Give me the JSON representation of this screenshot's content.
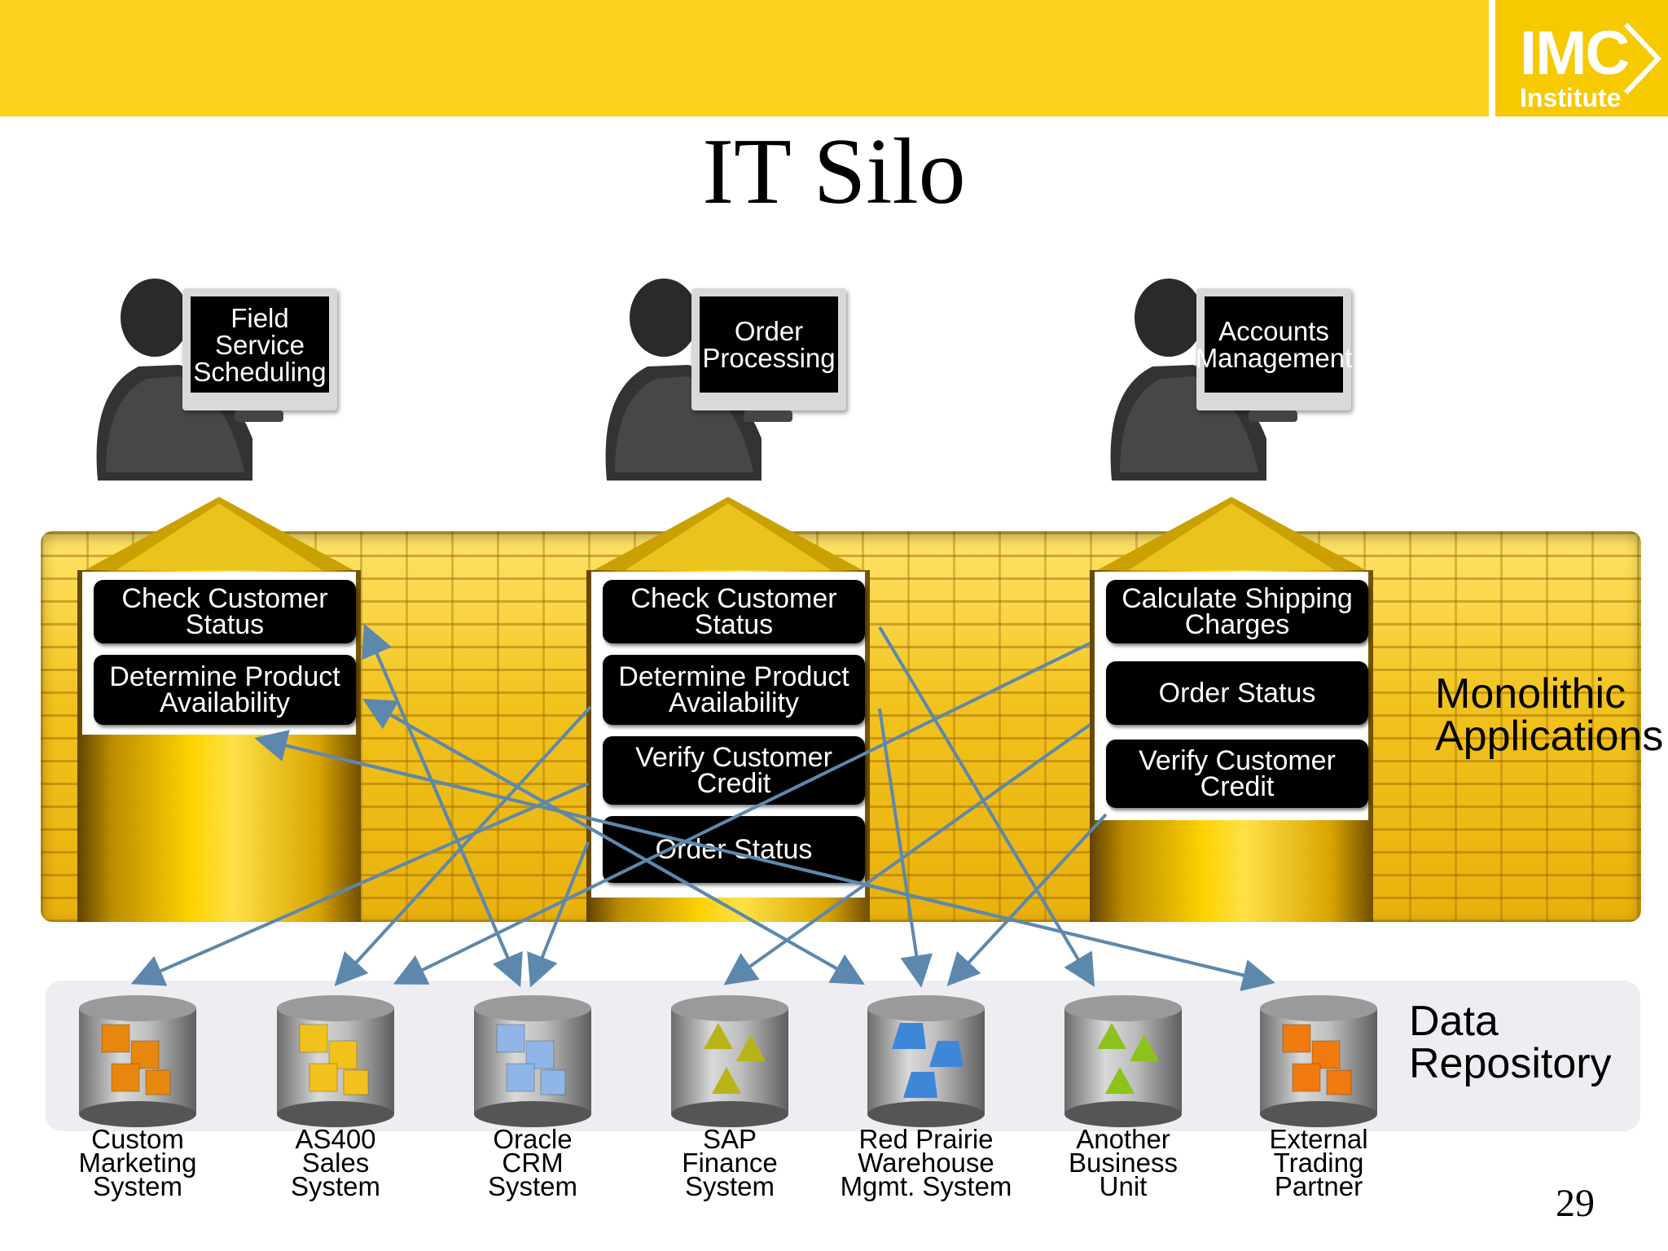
{
  "title": "IT Silo",
  "slide_number": "29",
  "logo": {
    "text": "IMC",
    "subtext": "Institute"
  },
  "users": [
    {
      "screen_lines": [
        "Field",
        "Service",
        "Scheduling"
      ]
    },
    {
      "screen_lines": [
        "Order",
        "Processing"
      ]
    },
    {
      "screen_lines": [
        "Accounts",
        "Management"
      ]
    }
  ],
  "silos": [
    {
      "apps": [
        "Check Customer Status",
        "Determine Product Availability"
      ]
    },
    {
      "apps": [
        "Check Customer Status",
        "Determine Product Availability",
        "Verify Customer Credit",
        "Order Status"
      ]
    },
    {
      "apps": [
        "Calculate Shipping Charges",
        "Order Status",
        "Verify Customer Credit"
      ]
    }
  ],
  "labels": {
    "monolithic": [
      "Monolithic",
      "Applications"
    ],
    "data_repository": [
      "Data",
      "Repository"
    ]
  },
  "repositories": [
    {
      "lines": [
        "Custom",
        "Marketing",
        "System"
      ],
      "color": "#e8870e",
      "icon": "interlocking-blocks-icon"
    },
    {
      "lines": [
        "AS400",
        "Sales",
        "System"
      ],
      "color": "#f2c21c",
      "icon": "cubes-icon"
    },
    {
      "lines": [
        "Oracle",
        "CRM",
        "System"
      ],
      "color": "#8fb6e6",
      "icon": "cubes-icon"
    },
    {
      "lines": [
        "SAP",
        "Finance",
        "System"
      ],
      "color": "#b9b31a",
      "icon": "pyramids-icon"
    },
    {
      "lines": [
        "Red Prairie",
        "Warehouse",
        "Mgmt. System"
      ],
      "color": "#3e86d8",
      "icon": "trapezoids-icon"
    },
    {
      "lines": [
        "Another",
        "Business",
        "Unit"
      ],
      "color": "#8cc21c",
      "icon": "pyramids-icon"
    },
    {
      "lines": [
        "External",
        "Trading",
        "Partner"
      ],
      "color": "#f07a0e",
      "icon": "blocks-icon"
    }
  ],
  "arrow_color": "#5d88ad"
}
